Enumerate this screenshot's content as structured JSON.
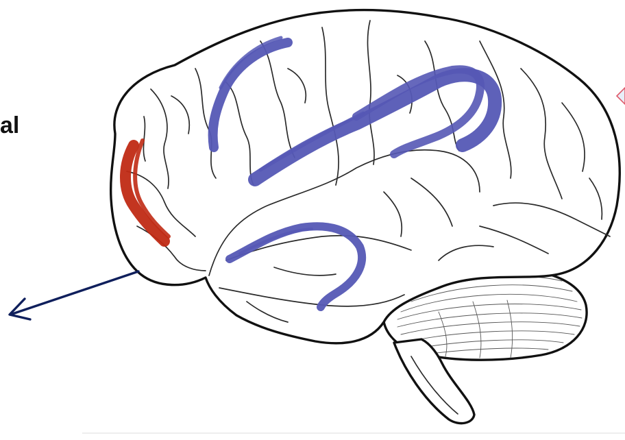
{
  "labels": {
    "left_partial": "al"
  },
  "colors": {
    "blue_region": "#5558b5",
    "red_region": "#c02a14",
    "arrow": "#0f1f5c",
    "right_marker": "#e05a6a",
    "outline": "#111111"
  },
  "regions": [
    {
      "name": "frontal-red-region",
      "color": "red"
    },
    {
      "name": "superior-frontal-blue-region",
      "color": "blue"
    },
    {
      "name": "parietal-loop-blue-region",
      "color": "blue"
    },
    {
      "name": "temporal-blue-region",
      "color": "blue"
    }
  ],
  "icons": {
    "pointer_arrow": "arrow-left-down-icon",
    "edge_marker": "triangle-marker-icon"
  }
}
